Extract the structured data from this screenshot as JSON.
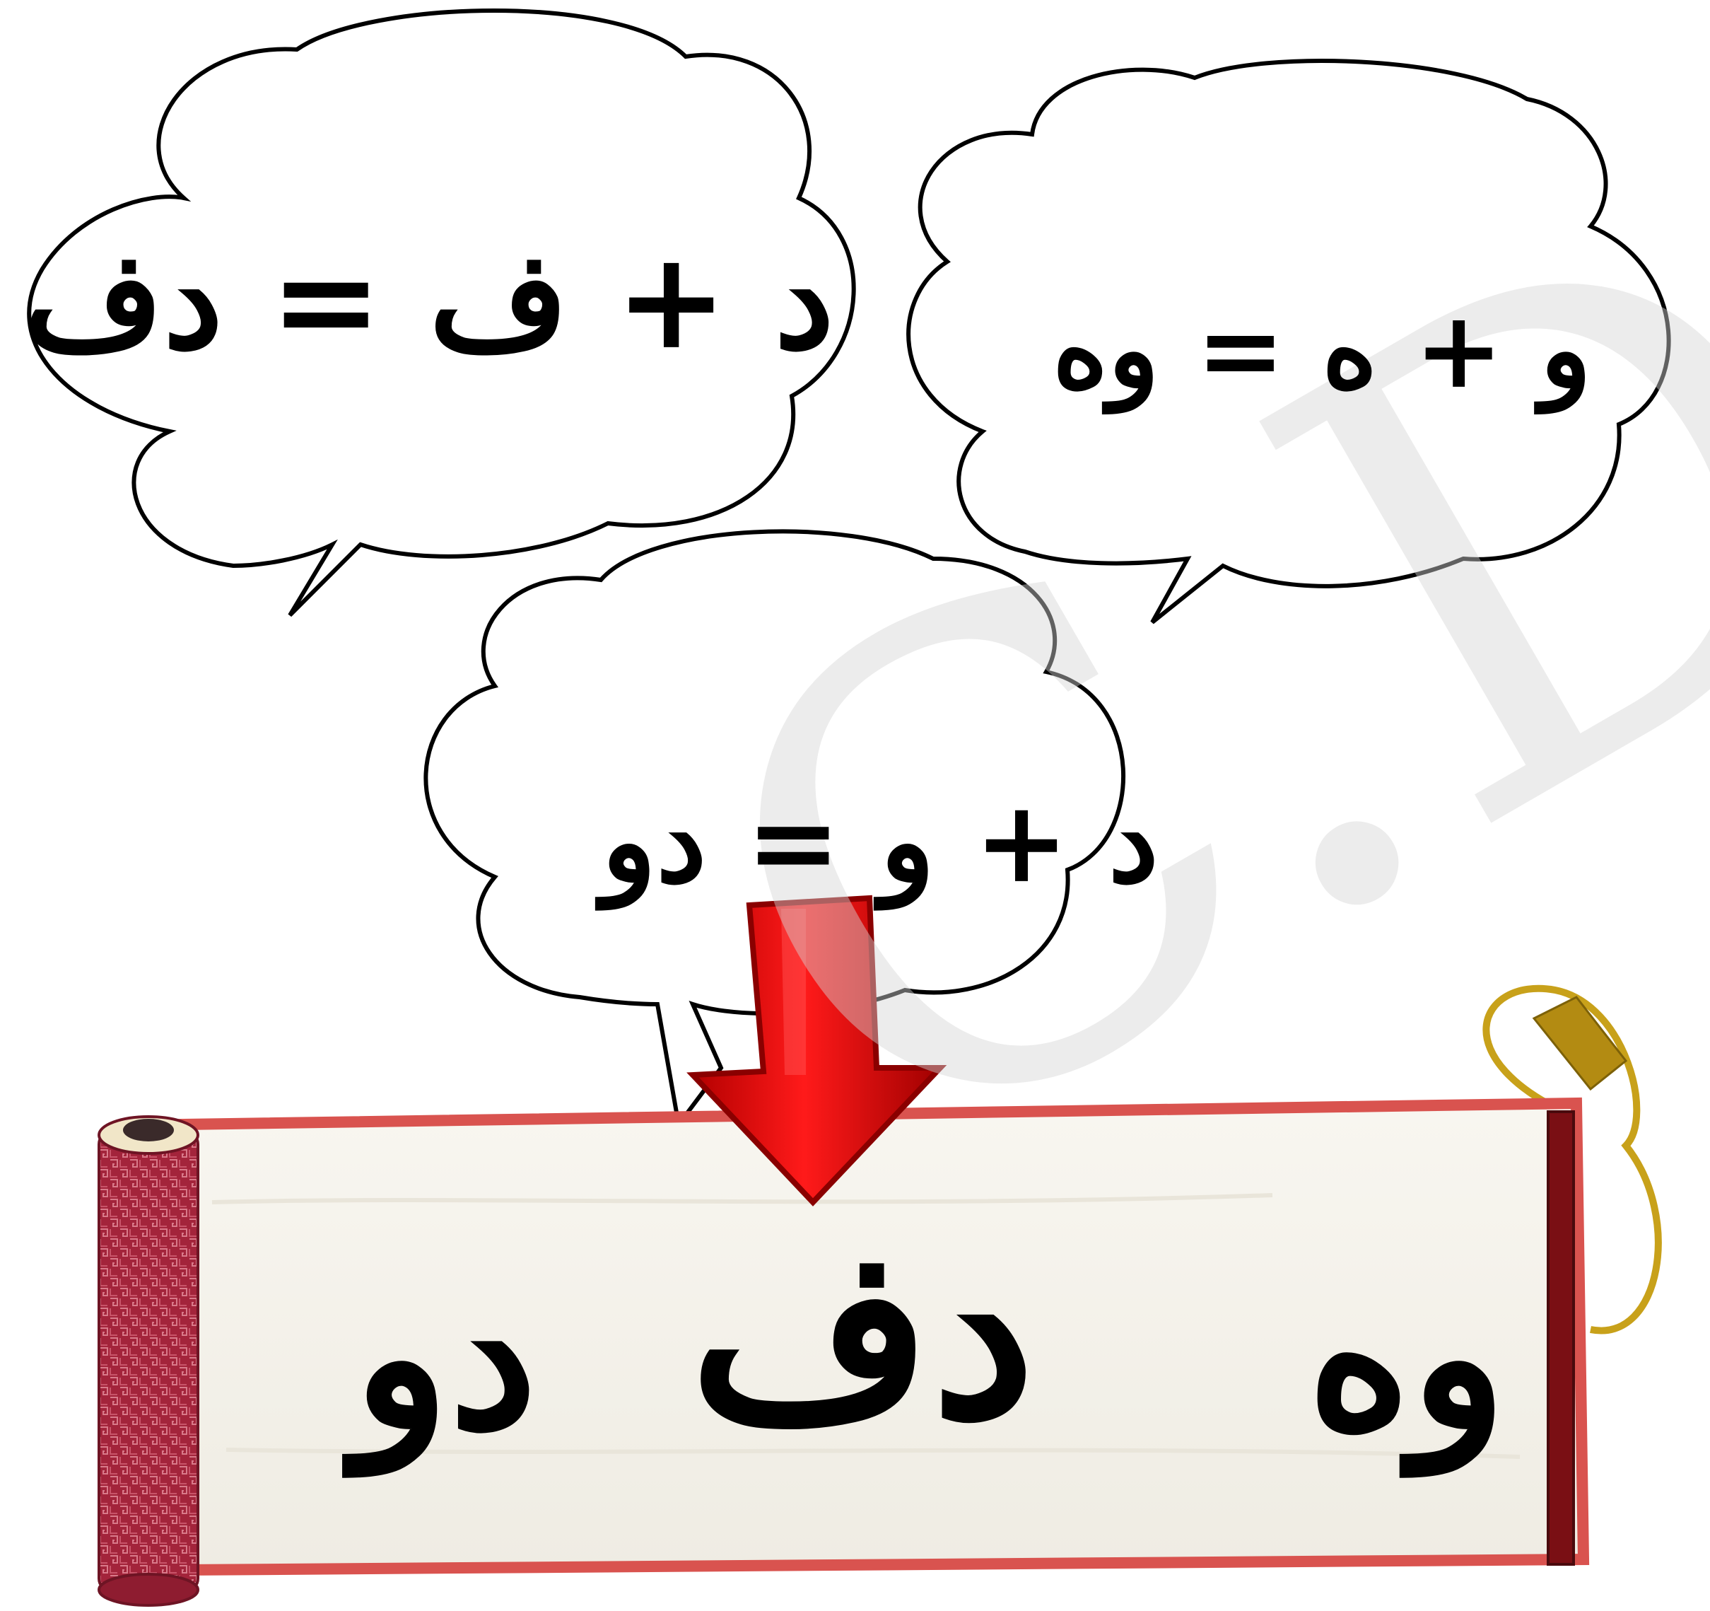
{
  "bubbles": {
    "left": {
      "equation": "د + ف = دف"
    },
    "right": {
      "equation": "و + ه = وه"
    },
    "middle": {
      "equation": "د + و = دو"
    }
  },
  "scroll": {
    "words": [
      "وه",
      "دف",
      "دو"
    ]
  },
  "watermark": {
    "text": "C.D.P.S"
  },
  "colors": {
    "arrow": "#e00000",
    "arrow_dark": "#8a0000",
    "scroll_border": "#d9534f",
    "scroll_paper": "#f7f4ee",
    "scroll_roller": "#a3243b",
    "roller_right": "#7a0f14",
    "cord": "#c8a11a",
    "tassel": "#b38b12",
    "watermark": "#d6d6d6"
  },
  "icons": [
    "speech-bubble-icon",
    "down-arrow-icon",
    "scroll-icon",
    "tassel-icon"
  ]
}
